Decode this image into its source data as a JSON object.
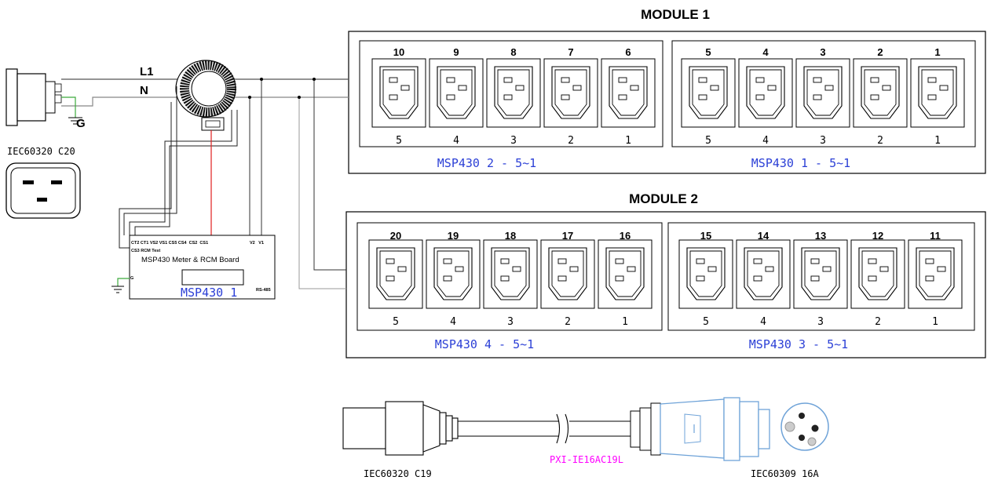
{
  "modules": [
    {
      "title": "MODULE 1",
      "banks": [
        {
          "outlet_numbers": [
            "10",
            "9",
            "8",
            "7",
            "6"
          ],
          "sub_labels": [
            "5",
            "4",
            "3",
            "2",
            "1"
          ],
          "group_label": "MSP430 2 - 5~1"
        },
        {
          "outlet_numbers": [
            "5",
            "4",
            "3",
            "2",
            "1"
          ],
          "sub_labels": [
            "5",
            "4",
            "3",
            "2",
            "1"
          ],
          "group_label": "MSP430 1 - 5~1"
        }
      ]
    },
    {
      "title": "MODULE 2",
      "banks": [
        {
          "outlet_numbers": [
            "20",
            "19",
            "18",
            "17",
            "16"
          ],
          "sub_labels": [
            "5",
            "4",
            "3",
            "2",
            "1"
          ],
          "group_label": "MSP430 4 - 5~1"
        },
        {
          "outlet_numbers": [
            "15",
            "14",
            "13",
            "12",
            "11"
          ],
          "sub_labels": [
            "5",
            "4",
            "3",
            "2",
            "1"
          ],
          "group_label": "MSP430 3 - 5~1"
        }
      ]
    }
  ],
  "input": {
    "inlet_label": "IEC60320 C20",
    "line_label": "L1",
    "neutral_label": "N",
    "ground_label": "G"
  },
  "board": {
    "pins_top": "CT2 CT1 VS2 VS1 CS5 CS4  CS2  CS1",
    "pins_second": "CS3 RCM Test",
    "pins_right": "V2   V1",
    "ground_pin": "G",
    "title": "MSP430 Meter & RCM Board",
    "id": "MSP430 1",
    "rs485": "RS-485"
  },
  "cable": {
    "left_label": "IEC60320 C19",
    "part_number": "PXI-IE16AC19L",
    "right_label": "IEC60309 16A"
  },
  "colors": {
    "group_label": "#2b3fd6",
    "part_number": "#ff00ff",
    "ground_wire": "#3caa3c",
    "signal_wire": "#e02020",
    "plug_outline": "#6fa3d8"
  }
}
